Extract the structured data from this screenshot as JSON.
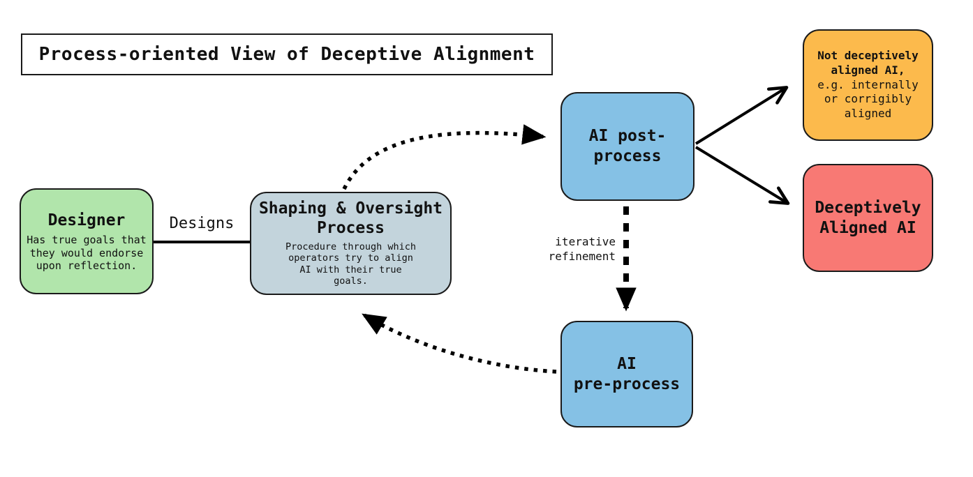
{
  "title": "Process-oriented View of Deceptive Alignment",
  "nodes": {
    "designer": {
      "title": "Designer",
      "subtitle": "Has true goals that\nthey would endorse\nupon reflection.",
      "color": "#b1e5ab"
    },
    "shaping": {
      "title": "Shaping & Oversight\nProcess",
      "subtitle": "Procedure through which\noperators try to align\nAI with their true\ngoals.",
      "color": "#c3d4dc"
    },
    "ai_post": {
      "title": "AI post-\nprocess",
      "color": "#85c1e5"
    },
    "ai_pre": {
      "title": "AI\npre-process",
      "color": "#85c1e5"
    },
    "not_deceptive": {
      "title_bold": "Not deceptively\naligned AI,",
      "title_normal": "e.g. internally\nor corrigibly\naligned",
      "color": "#fcba4c"
    },
    "deceptive": {
      "title": "Deceptively\nAligned AI",
      "color": "#f87974"
    }
  },
  "edges": {
    "designs_label": "Designs",
    "iterative_label": "iterative\nrefinement"
  }
}
